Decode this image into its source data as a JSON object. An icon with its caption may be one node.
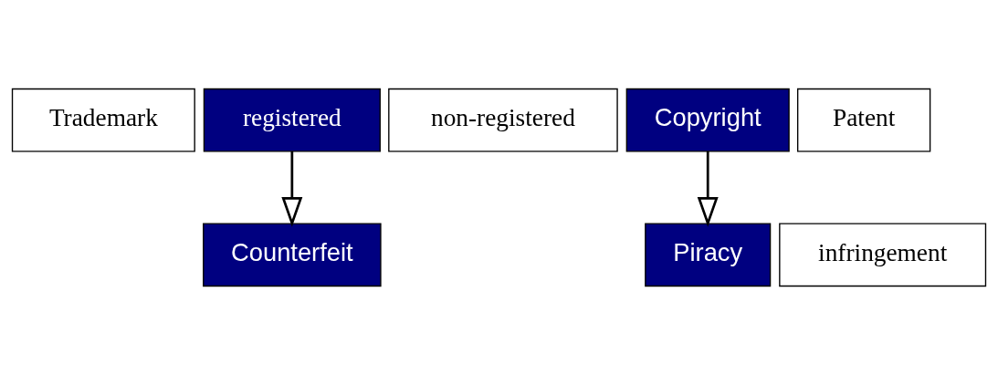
{
  "diagram": {
    "nodes": [
      {
        "text": [
          "Trademark"
        ]
      },
      {
        "text": [
          "registered"
        ]
      },
      {
        "text": [
          "non-registered"
        ]
      },
      {
        "text": [
          "Copyright"
        ]
      },
      {
        "text": [
          "Patent"
        ]
      },
      {
        "text": [
          "Counterfeit"
        ]
      },
      {
        "text": [
          "Piracy"
        ]
      },
      {
        "text": [
          "infringement"
        ]
      }
    ],
    "edges": [
      {
        "from": 1,
        "to": 5,
        "arrow": "to"
      },
      {
        "from": 3,
        "to": 6,
        "arrow": "to"
      }
    ]
  }
}
